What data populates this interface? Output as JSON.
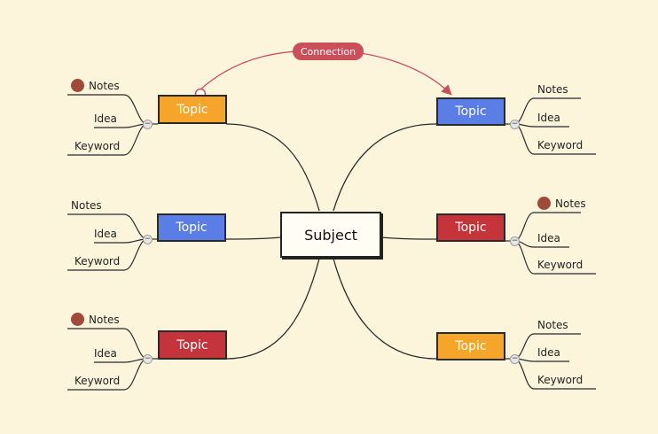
{
  "subject": {
    "label": "Subject"
  },
  "connection": {
    "label": "Connection",
    "color": "#c9505a"
  },
  "colors": {
    "orange": "#f5a52a",
    "blue": "#5b7de6",
    "red": "#c4343a",
    "note": "#a04a3a",
    "background": "#fdf5db"
  },
  "topics": [
    {
      "id": "tl",
      "label": "Topic",
      "color": "#f5a52a",
      "leaves": [
        "Notes",
        "Idea",
        "Keyword"
      ],
      "note_on": "Notes"
    },
    {
      "id": "ml",
      "label": "Topic",
      "color": "#5b7de6",
      "leaves": [
        "Notes",
        "Idea",
        "Keyword"
      ],
      "note_on": ""
    },
    {
      "id": "bl",
      "label": "Topic",
      "color": "#c4343a",
      "leaves": [
        "Notes",
        "Idea",
        "Keyword"
      ],
      "note_on": "Notes"
    },
    {
      "id": "tr",
      "label": "Topic",
      "color": "#5b7de6",
      "leaves": [
        "Notes",
        "Idea",
        "Keyword"
      ],
      "note_on": ""
    },
    {
      "id": "mr",
      "label": "Topic",
      "color": "#c4343a",
      "leaves": [
        "Notes",
        "Idea",
        "Keyword"
      ],
      "note_on": "Notes"
    },
    {
      "id": "br",
      "label": "Topic",
      "color": "#f5a52a",
      "leaves": [
        "Notes",
        "Idea",
        "Keyword"
      ],
      "note_on": ""
    }
  ],
  "icons": {
    "collapse": "minus-circle-icon",
    "note": "note-dot-icon"
  }
}
